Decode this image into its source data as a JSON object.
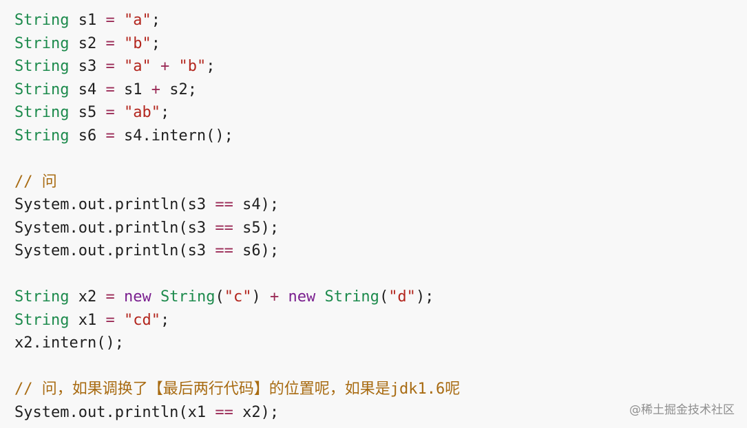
{
  "code": {
    "lines": [
      {
        "tokens": [
          {
            "t": "String",
            "c": "type"
          },
          {
            "t": " s1 ",
            "c": "plain"
          },
          {
            "t": "=",
            "c": "op"
          },
          {
            "t": " ",
            "c": "plain"
          },
          {
            "t": "\"a\"",
            "c": "str"
          },
          {
            "t": ";",
            "c": "plain"
          }
        ]
      },
      {
        "tokens": [
          {
            "t": "String",
            "c": "type"
          },
          {
            "t": " s2 ",
            "c": "plain"
          },
          {
            "t": "=",
            "c": "op"
          },
          {
            "t": " ",
            "c": "plain"
          },
          {
            "t": "\"b\"",
            "c": "str"
          },
          {
            "t": ";",
            "c": "plain"
          }
        ]
      },
      {
        "tokens": [
          {
            "t": "String",
            "c": "type"
          },
          {
            "t": " s3 ",
            "c": "plain"
          },
          {
            "t": "=",
            "c": "op"
          },
          {
            "t": " ",
            "c": "plain"
          },
          {
            "t": "\"a\"",
            "c": "str"
          },
          {
            "t": " ",
            "c": "plain"
          },
          {
            "t": "+",
            "c": "op"
          },
          {
            "t": " ",
            "c": "plain"
          },
          {
            "t": "\"b\"",
            "c": "str"
          },
          {
            "t": ";",
            "c": "plain"
          }
        ]
      },
      {
        "tokens": [
          {
            "t": "String",
            "c": "type"
          },
          {
            "t": " s4 ",
            "c": "plain"
          },
          {
            "t": "=",
            "c": "op"
          },
          {
            "t": " s1 ",
            "c": "plain"
          },
          {
            "t": "+",
            "c": "op"
          },
          {
            "t": " s2;",
            "c": "plain"
          }
        ]
      },
      {
        "tokens": [
          {
            "t": "String",
            "c": "type"
          },
          {
            "t": " s5 ",
            "c": "plain"
          },
          {
            "t": "=",
            "c": "op"
          },
          {
            "t": " ",
            "c": "plain"
          },
          {
            "t": "\"ab\"",
            "c": "str"
          },
          {
            "t": ";",
            "c": "plain"
          }
        ]
      },
      {
        "tokens": [
          {
            "t": "String",
            "c": "type"
          },
          {
            "t": " s6 ",
            "c": "plain"
          },
          {
            "t": "=",
            "c": "op"
          },
          {
            "t": " s4.intern();",
            "c": "plain"
          }
        ]
      },
      {
        "tokens": []
      },
      {
        "tokens": [
          {
            "t": "// 问",
            "c": "cmt"
          }
        ]
      },
      {
        "tokens": [
          {
            "t": "System.out.println(s3 ",
            "c": "plain"
          },
          {
            "t": "==",
            "c": "op"
          },
          {
            "t": " s4);",
            "c": "plain"
          }
        ]
      },
      {
        "tokens": [
          {
            "t": "System.out.println(s3 ",
            "c": "plain"
          },
          {
            "t": "==",
            "c": "op"
          },
          {
            "t": " s5);",
            "c": "plain"
          }
        ]
      },
      {
        "tokens": [
          {
            "t": "System.out.println(s3 ",
            "c": "plain"
          },
          {
            "t": "==",
            "c": "op"
          },
          {
            "t": " s6);",
            "c": "plain"
          }
        ]
      },
      {
        "tokens": []
      },
      {
        "tokens": [
          {
            "t": "String",
            "c": "type"
          },
          {
            "t": " x2 ",
            "c": "plain"
          },
          {
            "t": "=",
            "c": "op"
          },
          {
            "t": " ",
            "c": "plain"
          },
          {
            "t": "new",
            "c": "kw"
          },
          {
            "t": " ",
            "c": "plain"
          },
          {
            "t": "String",
            "c": "type"
          },
          {
            "t": "(",
            "c": "plain"
          },
          {
            "t": "\"c\"",
            "c": "str"
          },
          {
            "t": ") ",
            "c": "plain"
          },
          {
            "t": "+",
            "c": "op"
          },
          {
            "t": " ",
            "c": "plain"
          },
          {
            "t": "new",
            "c": "kw"
          },
          {
            "t": " ",
            "c": "plain"
          },
          {
            "t": "String",
            "c": "type"
          },
          {
            "t": "(",
            "c": "plain"
          },
          {
            "t": "\"d\"",
            "c": "str"
          },
          {
            "t": ");",
            "c": "plain"
          }
        ]
      },
      {
        "tokens": [
          {
            "t": "String",
            "c": "type"
          },
          {
            "t": " x1 ",
            "c": "plain"
          },
          {
            "t": "=",
            "c": "op"
          },
          {
            "t": " ",
            "c": "plain"
          },
          {
            "t": "\"cd\"",
            "c": "str"
          },
          {
            "t": ";",
            "c": "plain"
          }
        ]
      },
      {
        "tokens": [
          {
            "t": "x2.intern();",
            "c": "plain"
          }
        ]
      },
      {
        "tokens": []
      },
      {
        "tokens": [
          {
            "t": "// 问，如果调换了【最后两行代码】的位置呢，如果是jdk1.6呢",
            "c": "cmt"
          }
        ]
      },
      {
        "tokens": [
          {
            "t": "System.out.println(x1 ",
            "c": "plain"
          },
          {
            "t": "==",
            "c": "op"
          },
          {
            "t": " x2);",
            "c": "plain"
          }
        ]
      }
    ]
  },
  "watermark": {
    "text": "@稀土掘金技术社区"
  },
  "colors": {
    "background": "#f8f8f8",
    "type": "#1c8a4c",
    "string": "#b3261e",
    "operator": "#9a2a56",
    "keyword": "#7a1f8f",
    "comment": "#a86b12",
    "plain": "#1f1f1f"
  }
}
